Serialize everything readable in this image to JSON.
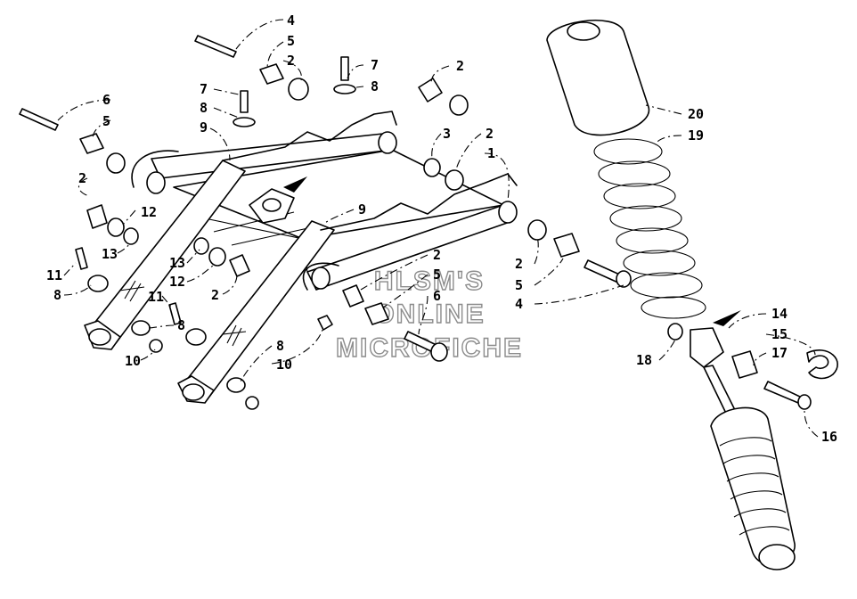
{
  "watermark": {
    "line1": "HLSM'S",
    "line2": "ONLINE",
    "line3": "MICROFICHE"
  },
  "callouts": [
    {
      "id": "c4a",
      "text": "4"
    },
    {
      "id": "c5a",
      "text": "5"
    },
    {
      "id": "c2a",
      "text": "2"
    },
    {
      "id": "c7a",
      "text": "7"
    },
    {
      "id": "c8a",
      "text": "8"
    },
    {
      "id": "c2b",
      "text": "2"
    },
    {
      "id": "c6a",
      "text": "6"
    },
    {
      "id": "c5b",
      "text": "5"
    },
    {
      "id": "c7b",
      "text": "7"
    },
    {
      "id": "c8b",
      "text": "8"
    },
    {
      "id": "c9a",
      "text": "9"
    },
    {
      "id": "c3a",
      "text": "3"
    },
    {
      "id": "c2c",
      "text": "2"
    },
    {
      "id": "c1a",
      "text": "1"
    },
    {
      "id": "c2d",
      "text": "2"
    },
    {
      "id": "c12a",
      "text": "12"
    },
    {
      "id": "c13a",
      "text": "13"
    },
    {
      "id": "c9b",
      "text": "9"
    },
    {
      "id": "c13b",
      "text": "13"
    },
    {
      "id": "c12b",
      "text": "12"
    },
    {
      "id": "c2e",
      "text": "2"
    },
    {
      "id": "c11a",
      "text": "11"
    },
    {
      "id": "c8c",
      "text": "8"
    },
    {
      "id": "c11b",
      "text": "11"
    },
    {
      "id": "c8d",
      "text": "8"
    },
    {
      "id": "c10a",
      "text": "10"
    },
    {
      "id": "c2f",
      "text": "2"
    },
    {
      "id": "c5c",
      "text": "5"
    },
    {
      "id": "c6b",
      "text": "6"
    },
    {
      "id": "c8e",
      "text": "8"
    },
    {
      "id": "c10b",
      "text": "10"
    },
    {
      "id": "c2g",
      "text": "2"
    },
    {
      "id": "c5d",
      "text": "5"
    },
    {
      "id": "c4b",
      "text": "4"
    },
    {
      "id": "c20",
      "text": "20"
    },
    {
      "id": "c19",
      "text": "19"
    },
    {
      "id": "c14",
      "text": "14"
    },
    {
      "id": "c15",
      "text": "15"
    },
    {
      "id": "c17",
      "text": "17"
    },
    {
      "id": "c18",
      "text": "18"
    },
    {
      "id": "c16",
      "text": "16"
    }
  ]
}
